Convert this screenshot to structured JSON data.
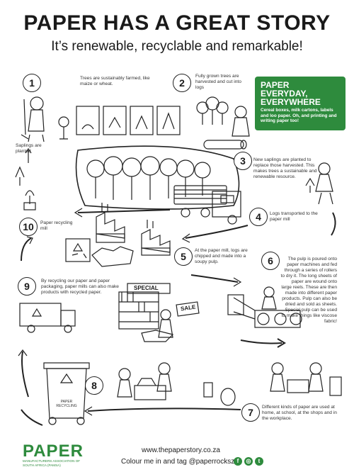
{
  "header": {
    "title": "PAPER HAS A GREAT STORY",
    "subtitle": "It’s renewable, recyclable and remarkable!"
  },
  "callout": {
    "heading_line1": "PAPER",
    "heading_line2": "EVERYDAY,",
    "heading_line3": "EVERYWHERE",
    "text": "Cereal boxes, milk cartons, labels and loo paper. Oh, and printing and writing paper too!"
  },
  "steps": [
    {
      "number": "1",
      "text": "Trees are sustainably farmed, like maize or wheat."
    },
    {
      "number": "2",
      "text": "Fully grown trees are harvested and cut into logs"
    },
    {
      "number": "3",
      "text": "New saplings are planted to replace those harvested. This makes trees a sustainable and renewable resource."
    },
    {
      "number": "4",
      "text": "Logs transported to the paper mill"
    },
    {
      "number": "5",
      "text": "At the paper mill, logs are chipped and made into a soupy pulp."
    },
    {
      "number": "6",
      "text": "The pulp is poured onto paper machines and fed through a series of rollers to dry it. The long sheets of paper are wound onto large reels. These are then made into different paper products. Pulp can also be dried and sold as sheets. Special pulp can be used to make things like viscose fabric!"
    },
    {
      "number": "7",
      "text": "Different kinds of paper are used at home, at school, at the shops and in the workplace."
    },
    {
      "number": "8",
      "text": ""
    },
    {
      "number": "9",
      "text": "By recycling our paper and paper packaging, paper mills can also make products with recycled paper."
    },
    {
      "number": "10",
      "text": "Paper recycling mill"
    }
  ],
  "labels": {
    "saplings": "Saplings are planted",
    "special_sign": "SPECIAL",
    "sale_sign": "SALE",
    "bin_label": "PAPER RECYCLING"
  },
  "footer": {
    "logo": "PAPER",
    "logo_sub": "MANUFACTURERS ASSOCIATION OF SOUTH AFRICA (PAMSA)",
    "url": "www.thepaperstory.co.za",
    "tag": "Colour me in and tag @paperrocksza",
    "social_icons": [
      "facebook-icon",
      "instagram-icon",
      "twitter-icon"
    ]
  }
}
